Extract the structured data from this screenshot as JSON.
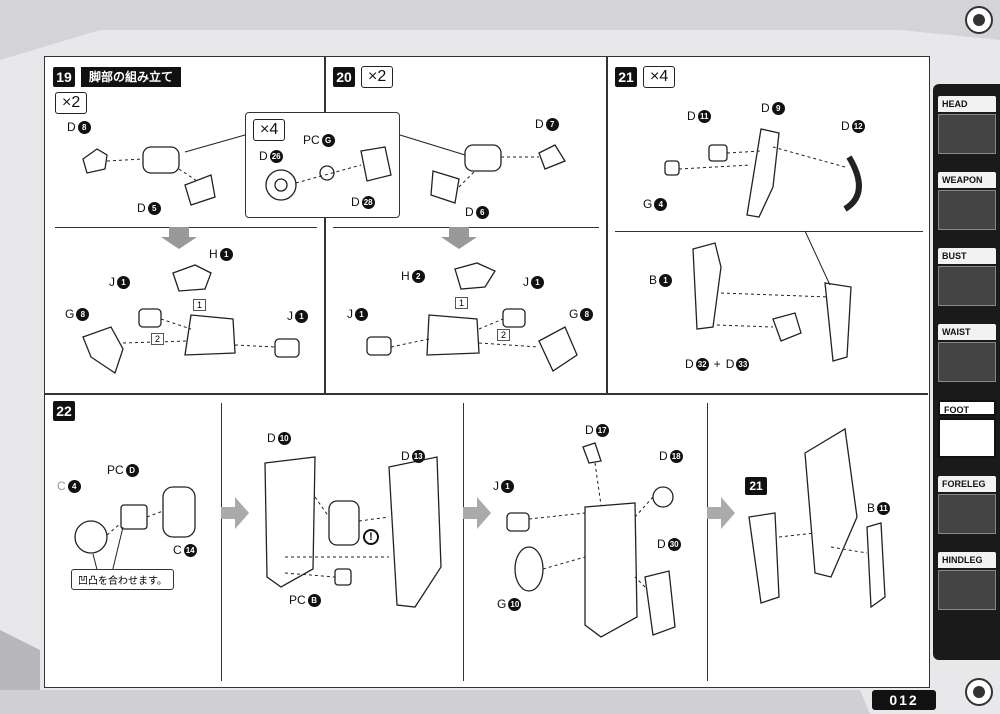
{
  "steps": {
    "s19": {
      "number": "19",
      "title": "脚部の組み立て",
      "qty": "×2"
    },
    "s20": {
      "number": "20",
      "qty": "×2"
    },
    "s21": {
      "number": "21",
      "qty": "×4"
    },
    "s22": {
      "number": "22",
      "ref": "21"
    }
  },
  "sub_assembly_qty": "×4",
  "labels": {
    "D8": {
      "letter": "D",
      "num": "8"
    },
    "D5": {
      "letter": "D",
      "num": "5"
    },
    "D26": {
      "letter": "D",
      "num": "26"
    },
    "PCG": {
      "letter": "PC",
      "num": "G"
    },
    "D28": {
      "letter": "D",
      "num": "28"
    },
    "D7": {
      "letter": "D",
      "num": "7"
    },
    "D6": {
      "letter": "D",
      "num": "6"
    },
    "H1": {
      "letter": "H",
      "num": "1"
    },
    "J1a": {
      "letter": "J",
      "num": "1"
    },
    "G8a": {
      "letter": "G",
      "num": "8"
    },
    "J1b": {
      "letter": "J",
      "num": "1"
    },
    "H2": {
      "letter": "H",
      "num": "2"
    },
    "J1c": {
      "letter": "J",
      "num": "1"
    },
    "J1d": {
      "letter": "J",
      "num": "1"
    },
    "G8b": {
      "letter": "G",
      "num": "8"
    },
    "D11": {
      "letter": "D",
      "num": "11"
    },
    "D9": {
      "letter": "D",
      "num": "9"
    },
    "D12": {
      "letter": "D",
      "num": "12"
    },
    "G4": {
      "letter": "G",
      "num": "4"
    },
    "B1": {
      "letter": "B",
      "num": "1"
    },
    "D32": {
      "letter": "D",
      "num": "32"
    },
    "plus": "+",
    "D33": {
      "letter": "D",
      "num": "33"
    },
    "C4": {
      "letter": "C",
      "num": "4"
    },
    "PCD": {
      "letter": "PC",
      "num": "D"
    },
    "C14": {
      "letter": "C",
      "num": "14"
    },
    "D10": {
      "letter": "D",
      "num": "10"
    },
    "D13": {
      "letter": "D",
      "num": "13"
    },
    "PCB": {
      "letter": "PC",
      "num": "B"
    },
    "D17": {
      "letter": "D",
      "num": "17"
    },
    "D18": {
      "letter": "D",
      "num": "18"
    },
    "J1e": {
      "letter": "J",
      "num": "1"
    },
    "D30": {
      "letter": "D",
      "num": "30"
    },
    "G10": {
      "letter": "G",
      "num": "10"
    },
    "B11": {
      "letter": "B",
      "num": "11"
    }
  },
  "order_marks": [
    "1",
    "2",
    "1",
    "2"
  ],
  "note": "凹凸を合わせます。",
  "caution": "!",
  "sidebar": [
    {
      "label": "HEAD",
      "active": false
    },
    {
      "label": "WEAPON",
      "active": false
    },
    {
      "label": "BUST",
      "active": false
    },
    {
      "label": "WAIST",
      "active": false
    },
    {
      "label": "FOOT",
      "active": true
    },
    {
      "label": "FORELEG",
      "active": false
    },
    {
      "label": "HINDLEG",
      "active": false
    }
  ],
  "page_number": "012",
  "colors": {
    "ink": "#111111",
    "frame": "#333333",
    "background": "#e8e8ea"
  }
}
